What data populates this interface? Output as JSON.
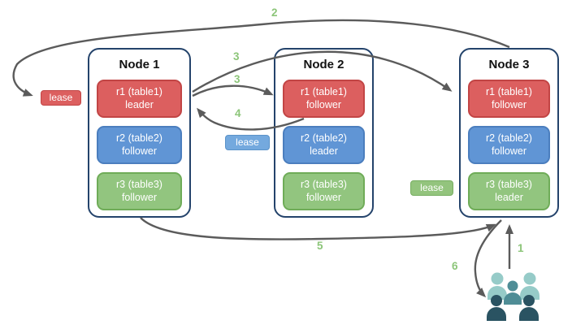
{
  "nodes": [
    {
      "title": "Node 1",
      "replicas": [
        {
          "name": "r1 (table1)",
          "role": "leader",
          "color": "red"
        },
        {
          "name": "r2 (table2)",
          "role": "follower",
          "color": "blue"
        },
        {
          "name": "r3 (table3)",
          "role": "follower",
          "color": "green"
        }
      ]
    },
    {
      "title": "Node 2",
      "replicas": [
        {
          "name": "r1 (table1)",
          "role": "follower",
          "color": "red"
        },
        {
          "name": "r2 (table2)",
          "role": "leader",
          "color": "blue"
        },
        {
          "name": "r3 (table3)",
          "role": "follower",
          "color": "green"
        }
      ]
    },
    {
      "title": "Node 3",
      "replicas": [
        {
          "name": "r1 (table1)",
          "role": "follower",
          "color": "red"
        },
        {
          "name": "r2 (table2)",
          "role": "follower",
          "color": "blue"
        },
        {
          "name": "r3 (table3)",
          "role": "leader",
          "color": "green"
        }
      ]
    }
  ],
  "leases": [
    {
      "label": "lease",
      "color": "red"
    },
    {
      "label": "lease",
      "color": "blue"
    },
    {
      "label": "lease",
      "color": "green"
    }
  ],
  "steps": {
    "s1": "1",
    "s2": "2",
    "s3a": "3",
    "s3b": "3",
    "s4": "4",
    "s5": "5",
    "s6": "6"
  },
  "icons": {
    "clients": "clients-people-group-icon"
  },
  "colors": {
    "replica_red": "#dc5f5f",
    "replica_red_border": "#c24545",
    "replica_blue": "#6095d5",
    "replica_blue_border": "#4b7ebe",
    "replica_green": "#92c57f",
    "replica_green_border": "#6fac58",
    "lease_blue": "#74a9de",
    "lease_green": "#93c47d",
    "node_border": "#24436b",
    "arrow_gray": "#5b5b5b",
    "step_label_green": "#8cc579",
    "people_light": "#96cbc8",
    "people_mid": "#4f8d96",
    "people_dark": "#2a5362"
  }
}
